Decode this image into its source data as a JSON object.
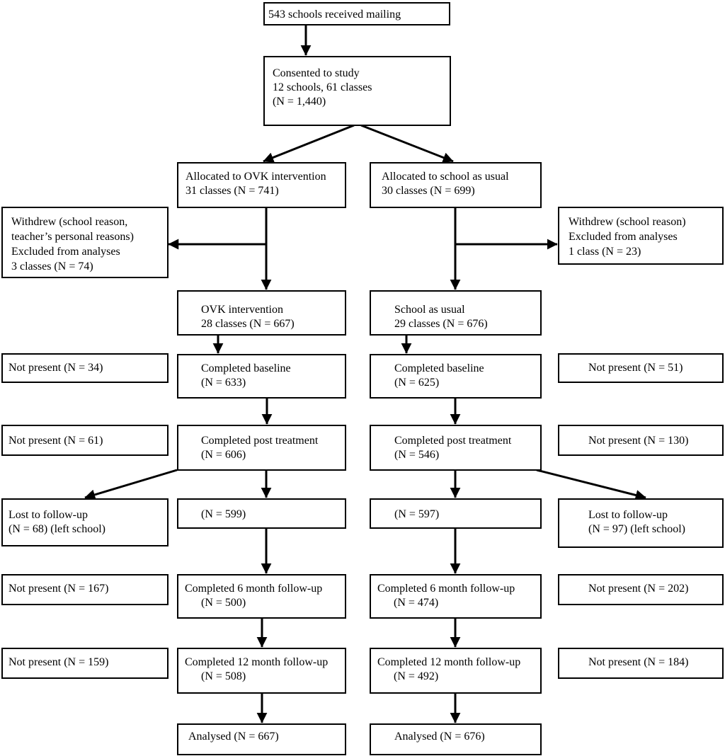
{
  "colors": {
    "line": "#000000",
    "box_fill": "#ffffff",
    "text": "#000000"
  },
  "boxes": {
    "mailing": {
      "lines": [
        "543 schools received mailing"
      ]
    },
    "consented": {
      "lines": [
        "Consented to study",
        "12 schools, 61 classes",
        "(N = 1,440)"
      ]
    },
    "alloc_ovk": {
      "lines": [
        "Allocated to OVK intervention",
        "31 classes (N = 741)"
      ]
    },
    "alloc_usual": {
      "lines": [
        "Allocated to school as usual",
        "30 classes (N = 699)"
      ]
    },
    "withdrew_left": {
      "lines": [
        "Withdrew (school reason,",
        "teacher’s personal reasons)",
        "Excluded from analyses",
        "3 classes (N = 74)"
      ]
    },
    "withdrew_right": {
      "lines": [
        "Withdrew (school reason)",
        "Excluded from analyses",
        "1 class (N = 23)"
      ]
    },
    "ovk_int": {
      "lines": [
        "OVK intervention",
        "28 classes (N = 667)"
      ]
    },
    "usual": {
      "lines": [
        "School as usual",
        "29 classes (N = 676)"
      ]
    },
    "np_baseline_left": {
      "lines": [
        "Not present (N = 34)"
      ]
    },
    "baseline_left": {
      "lines": [
        "Completed baseline",
        "(N = 633)"
      ]
    },
    "baseline_right": {
      "lines": [
        "Completed baseline",
        "(N = 625)"
      ]
    },
    "np_baseline_right": {
      "lines": [
        "Not present (N = 51)"
      ]
    },
    "np_post_left": {
      "lines": [
        "Not present (N = 61)"
      ]
    },
    "post_left": {
      "lines": [
        "Completed post treatment",
        "(N = 606)"
      ]
    },
    "post_right": {
      "lines": [
        "Completed post treatment",
        "(N = 546)"
      ]
    },
    "np_post_right": {
      "lines": [
        "Not present (N = 130)"
      ]
    },
    "lost_left": {
      "lines": [
        "Lost to follow-up",
        "(N = 68) (left school)"
      ]
    },
    "n599": {
      "lines": [
        "(N = 599)"
      ]
    },
    "n597": {
      "lines": [
        "(N = 597)"
      ]
    },
    "lost_right": {
      "lines": [
        "Lost to follow-up",
        "(N = 97) (left school)"
      ]
    },
    "np_6m_left": {
      "lines": [
        "Not present (N = 167)"
      ]
    },
    "m6_left": {
      "lines": [
        "Completed 6 month follow-up",
        "(N = 500)"
      ]
    },
    "m6_right": {
      "lines": [
        "Completed 6 month follow-up",
        "(N = 474)"
      ]
    },
    "np_6m_right": {
      "lines": [
        "Not present (N = 202)"
      ]
    },
    "np_12m_left": {
      "lines": [
        "Not present (N = 159)"
      ]
    },
    "m12_left": {
      "lines": [
        "Completed 12 month follow-up",
        "(N = 508)"
      ]
    },
    "m12_right": {
      "lines": [
        "Completed 12 month follow-up",
        "(N = 492)"
      ]
    },
    "np_12m_right": {
      "lines": [
        "Not present (N = 184)"
      ]
    },
    "analysed_left": {
      "lines": [
        "Analysed (N = 667)"
      ]
    },
    "analysed_right": {
      "lines": [
        "Analysed (N = 676)"
      ]
    }
  }
}
